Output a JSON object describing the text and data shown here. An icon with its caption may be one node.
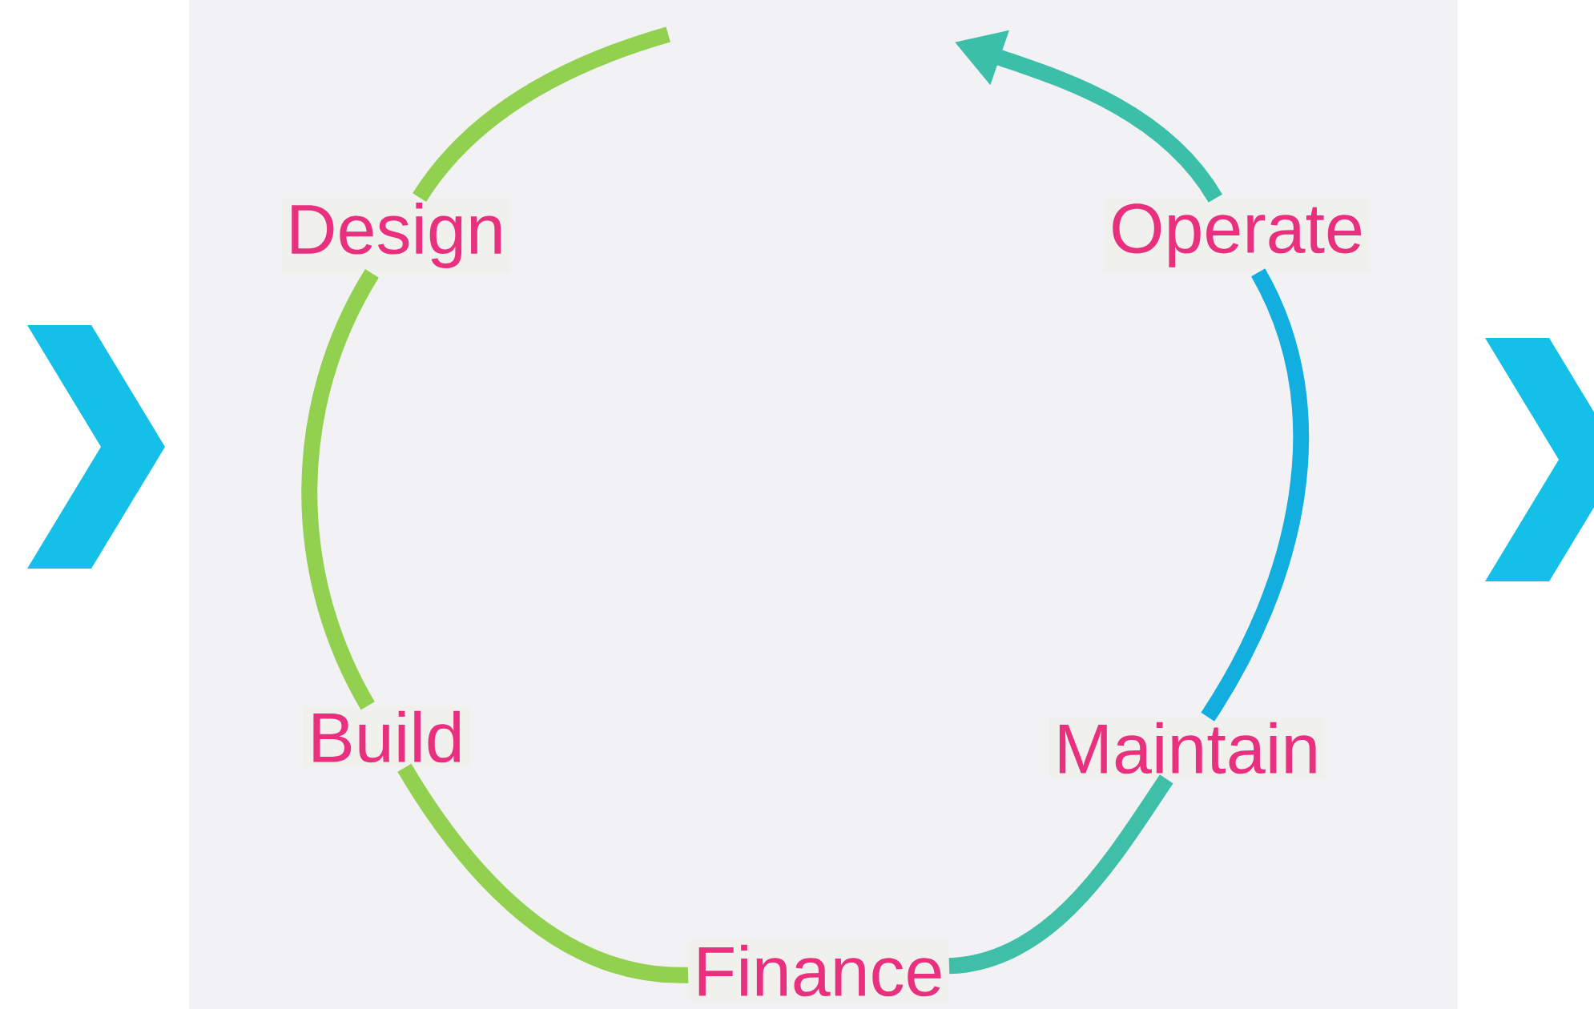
{
  "diagram": {
    "nodes": [
      {
        "text": [
          "Design"
        ]
      },
      {
        "text": [
          "Operate"
        ]
      },
      {
        "text": [
          "Build"
        ]
      },
      {
        "text": [
          "Maintain"
        ]
      },
      {
        "text": [
          "Finance"
        ]
      }
    ],
    "edges": [
      {
        "from": null,
        "to": 0,
        "arrow": "none"
      },
      {
        "from": 0,
        "to": 2,
        "arrow": "none"
      },
      {
        "from": 2,
        "to": 4,
        "arrow": "none"
      },
      {
        "from": 4,
        "to": 3,
        "arrow": "none",
        "color": "#3fbfa8"
      },
      {
        "from": 3,
        "to": 1,
        "arrow": "none",
        "color": "#12aee0"
      },
      {
        "from": 1,
        "to": null,
        "arrow": "to",
        "color": "#3cbfa8"
      }
    ]
  }
}
